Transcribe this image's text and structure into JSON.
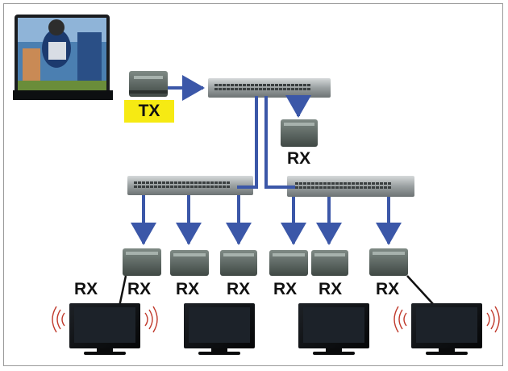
{
  "diagram": {
    "tx_label": "TX",
    "rx_label": "RX",
    "colors": {
      "arrow": "#3b57a8",
      "tx_highlight": "#f6ea13",
      "device": "#4f5a55",
      "switch": "#8c9192",
      "wireless": "#c0392b"
    },
    "source": {
      "icon": "tv-source-icon"
    },
    "receivers_count": 8
  }
}
